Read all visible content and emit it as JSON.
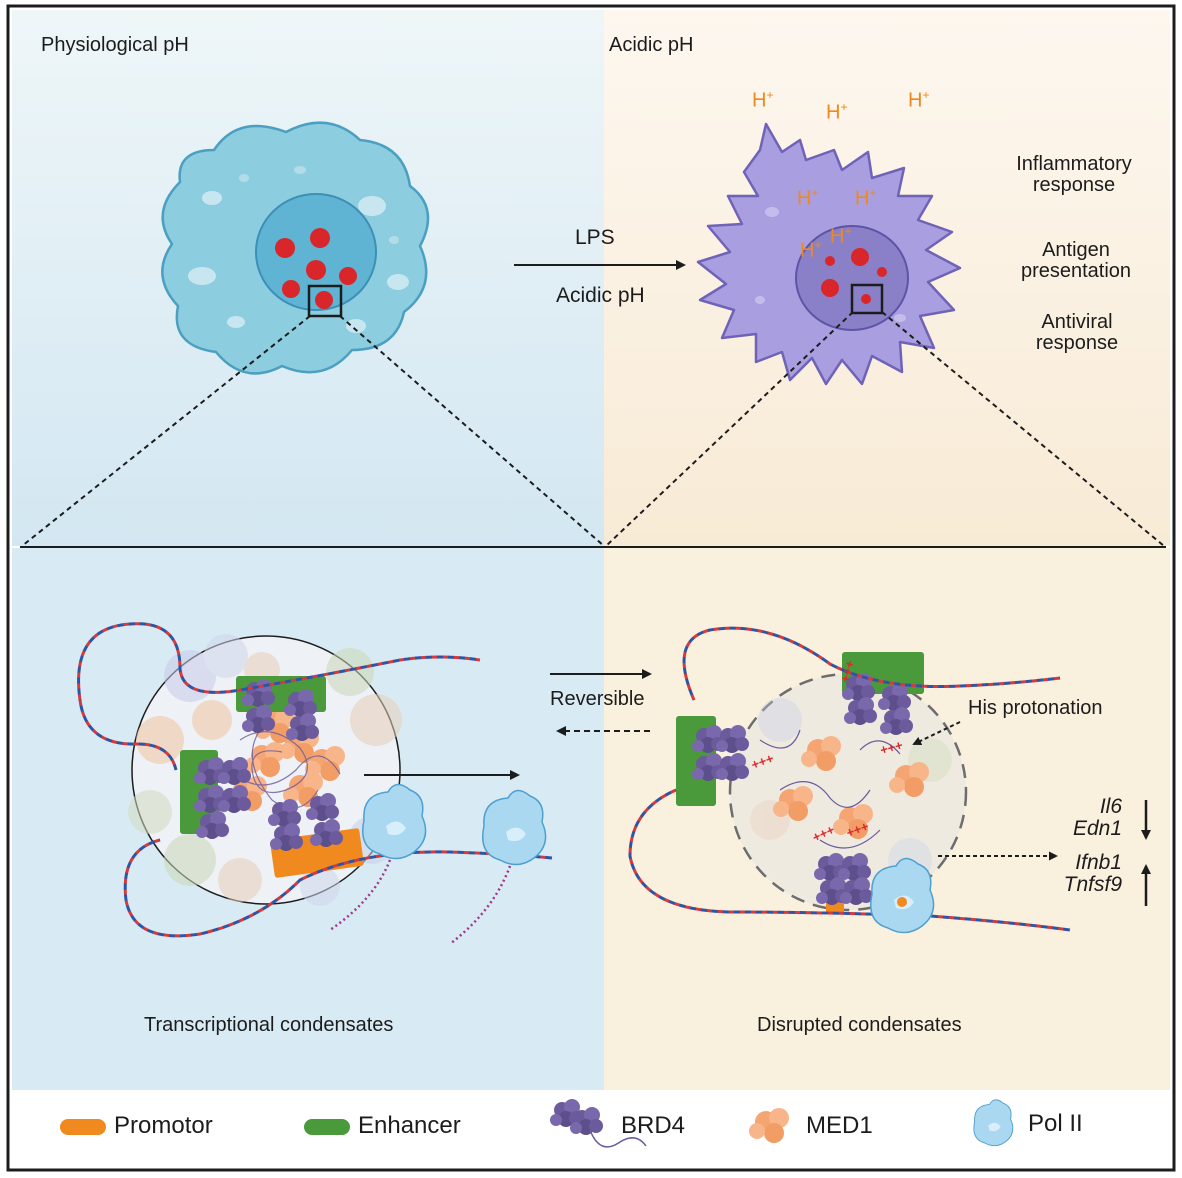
{
  "panels": {
    "top_left_title": "Physiological pH",
    "top_right_title": "Acidic pH",
    "bottom_left_caption": "Transcriptional condensates",
    "bottom_right_caption": "Disrupted condensates"
  },
  "arrow_top": {
    "above": "LPS",
    "below": "Acidic pH"
  },
  "proton_label": "H",
  "proton_charge": "+",
  "outcomes": [
    "Inflammatory response",
    "Antigen presentation",
    "Antiviral response"
  ],
  "arrow_bottom": {
    "label": "Reversible"
  },
  "callout": "His protonation",
  "charge_mark": "+++",
  "genes_down": [
    "Il6",
    "Edn1"
  ],
  "genes_up": [
    "Ifnb1",
    "Tnfsf9"
  ],
  "legend": [
    {
      "label": "Promotor",
      "color": "#f08a1e",
      "icon": "promoter-bar-icon"
    },
    {
      "label": "Enhancer",
      "color": "#4a9a3c",
      "icon": "enhancer-bar-icon"
    },
    {
      "label": "BRD4",
      "color": "#6b5a9c",
      "icon": "brd4-protein-icon"
    },
    {
      "label": "MED1",
      "color": "#f5a572",
      "icon": "med1-protein-icon"
    },
    {
      "label": "Pol II",
      "color": "#9dd0ec",
      "icon": "pol2-protein-icon"
    }
  ],
  "colors": {
    "bg_physiological": "#d8ebf4",
    "bg_acidic": "#faf0de",
    "cell_resting": "#8ccde0",
    "cell_activated": "#a89ee0",
    "condensate_red": "#d9262a",
    "proton_orange": "#ee8a1c",
    "dna_red": "#d63a3a",
    "dna_blue": "#2b56a6",
    "rna_magenta": "#a0368c"
  }
}
